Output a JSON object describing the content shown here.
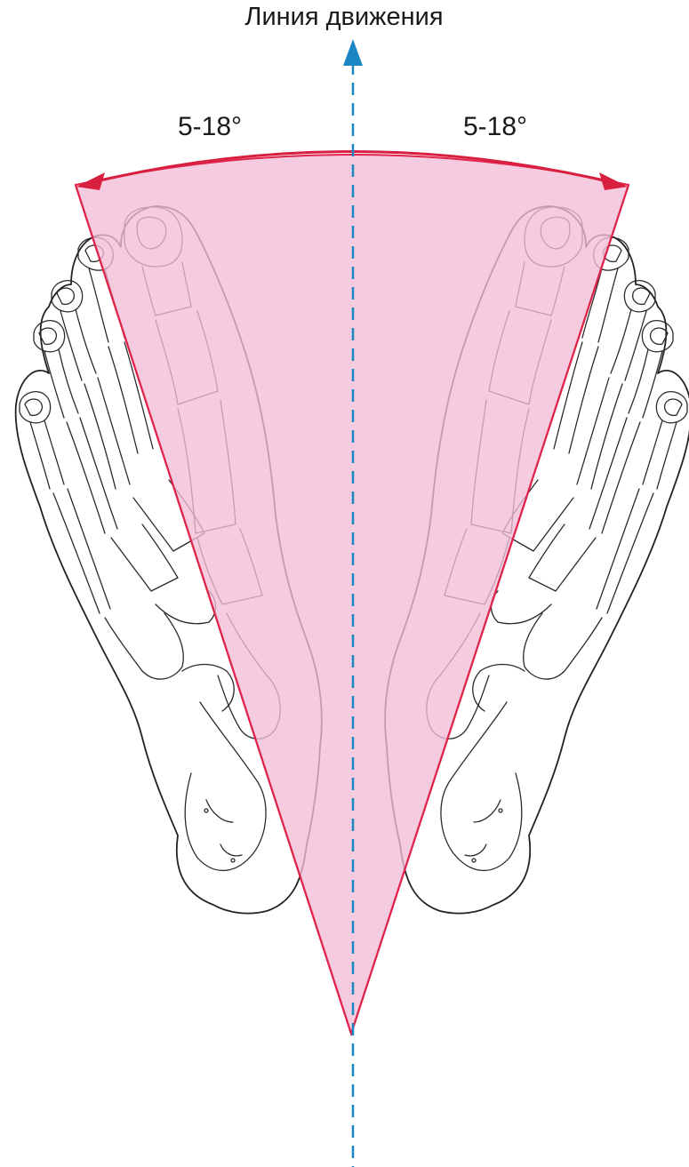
{
  "movement_line_label": "Линия движения",
  "left_angle_label": "5-18°",
  "right_angle_label": "5-18°",
  "colors": {
    "sector_fill": "#f2bcd6",
    "sector_edge": "#e0234a",
    "arc_and_arrows": "#d81f3f",
    "axis_line": "#1b86c4",
    "outline": "#222222"
  },
  "icons": {
    "axis_arrow": "arrow-up-icon",
    "arc_arrows": "double-headed-arc-arrow-icon"
  }
}
